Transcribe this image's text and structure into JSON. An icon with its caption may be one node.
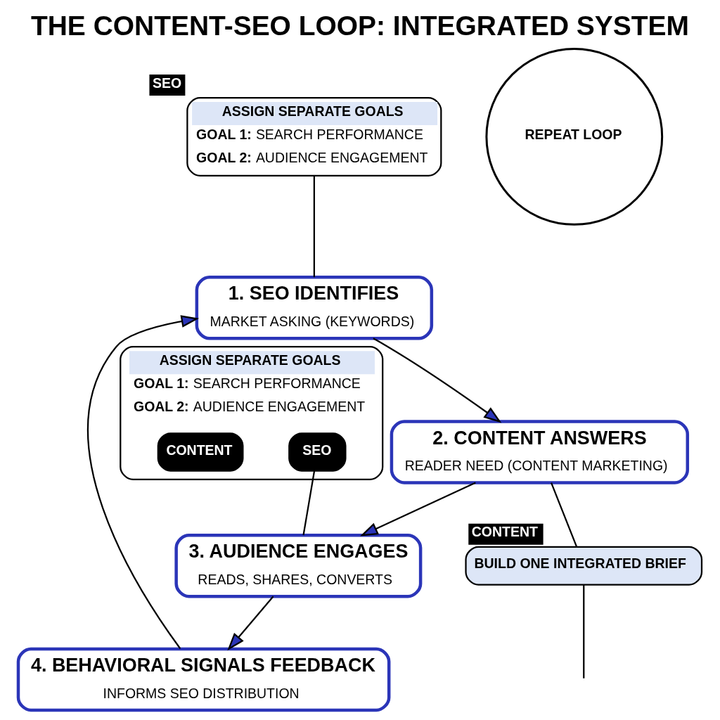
{
  "diagram": {
    "title": "THE CONTENT-SEO LOOP: INTEGRATED SYSTEM",
    "nodes": [
      {
        "text": [
          "1. SEO IDENTIFIES",
          "MARKET ASKING (KEYWORDS)"
        ]
      },
      {
        "text": [
          "2. CONTENT ANSWERS",
          "READER NEED (CONTENT MARKETING)"
        ]
      },
      {
        "text": [
          "3. AUDIENCE ENGAGES",
          "READS, SHARES, CONVERTS"
        ]
      },
      {
        "text": [
          "4. BEHAVIORAL SIGNALS FEEDBACK",
          "INFORMS SEO DISTRIBUTION"
        ]
      },
      {
        "text": [
          "REPEAT LOOP"
        ]
      },
      {
        "text": [
          "ASSIGN SEPARATE GOALS",
          "**GOAL 1:** SEARCH PERFORMANCE",
          "**GOAL 2:** AUDIENCE ENGAGEMENT"
        ],
        "beside": [
          "SEO"
        ]
      },
      {
        "text": [
          "BUILD ONE INTEGRATED BRIEF"
        ],
        "beside": [
          "CONTENT"
        ]
      },
      {
        "text": [
          "ASSIGN SEPARATE GOALS",
          "**GOAL 1:** SEARCH PERFORMANCE",
          "**GOAL 2:** AUDIENCE ENGAGEMENT"
        ]
      },
      {
        "text": [
          "SEO"
        ],
        "in": 7
      },
      {
        "text": [
          "CONTENT"
        ],
        "in": 7
      }
    ],
    "edges": [
      {
        "from": 0,
        "to": 1,
        "arrow": "to"
      },
      {
        "from": 1,
        "to": 2,
        "arrow": "to"
      },
      {
        "from": 2,
        "to": 3,
        "arrow": "to"
      },
      {
        "from": 3,
        "to": 0,
        "arrow": "to"
      },
      {
        "from": 5,
        "to": 0,
        "arrow": "none"
      },
      {
        "from": 1,
        "to": 6,
        "arrow": "none"
      },
      {
        "from": 6,
        "to": null,
        "arrow": "none"
      },
      {
        "from": 8,
        "to": 2,
        "arrow": "none"
      }
    ]
  }
}
